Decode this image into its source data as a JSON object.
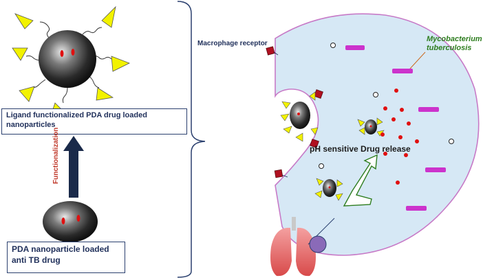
{
  "labels": {
    "top_box_line1": "Ligand functionalized  PDA drug loaded",
    "top_box_line2": "nanoparticles",
    "bottom_box_line1": "PDA nanoparticle loaded",
    "bottom_box_line2": "anti TB drug",
    "functionalization": "Functionalization",
    "macrophage_receptor": "Macrophage receptor",
    "mycobacterium_line1": "Mycobacterium",
    "mycobacterium_line2": "tuberculosis",
    "ph_release": "pH sensitive Drug release"
  },
  "colors": {
    "cell_fill": "#d6e8f5",
    "cell_border": "#c77ac7",
    "bacteria": "#cc33cc",
    "drug_dot": "#e01010",
    "ligand": "#f2f200",
    "receptor": "#b01020",
    "box_border": "#2a3f6e",
    "arrow": "#1a2a4a"
  },
  "icons": {
    "nanoparticle": "nanoparticle-icon",
    "lungs": "lungs-icon",
    "bacteria": "rod-bacterium-icon",
    "receptor": "receptor-square-icon"
  }
}
